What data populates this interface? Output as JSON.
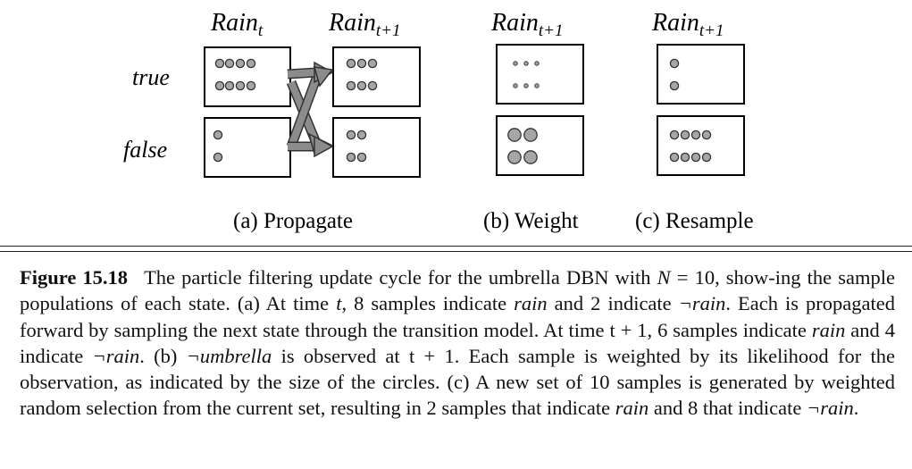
{
  "diagram": {
    "row_labels": {
      "true": "true",
      "false": "false"
    },
    "columns": {
      "propagate_t": {
        "header_base": "Rain",
        "header_sub": "t",
        "particles_true": 8,
        "particles_false": 2
      },
      "propagate_t1": {
        "header_base": "Rain",
        "header_sub": "t+1",
        "particles_true": 6,
        "particles_false": 4
      },
      "weight": {
        "header_base": "Rain",
        "header_sub": "t+1",
        "particles_true": 6,
        "particles_false": 4
      },
      "resample": {
        "header_base": "Rain",
        "header_sub": "t+1",
        "particles_true": 2,
        "particles_false": 8
      }
    },
    "panel_labels": {
      "a": "(a) Propagate",
      "b": "(b) Weight",
      "c": "(c) Resample"
    },
    "colors": {
      "particle_fill": "#a6a6a6",
      "particle_stroke": "#333333",
      "arrow_fill": "#8c8c8c",
      "box_stroke": "#000000"
    }
  },
  "caption": {
    "label": "Figure 15.18",
    "text_1": "The particle filtering update cycle for the umbrella DBN with ",
    "N": "N",
    "eq_10": " = 10, show-ing the sample populations of each state. (a) At time ",
    "t": "t",
    "text_2": ", 8 samples indicate ",
    "rain_1": "rain",
    "text_3": " and 2 indicate ",
    "not_rain_1": "¬rain",
    "text_4": ". Each is propagated forward by sampling the next state through the transition model. At time ",
    "t_plus_1": "t + 1",
    "text_5": ", 6 samples indicate ",
    "rain_2": "rain",
    "text_6": " and 4 indicate ",
    "not_rain_2": "¬rain",
    "text_7": ". (b) ",
    "not_umbrella": "¬umbrella",
    "text_8": " is observed at ",
    "t_plus_1_b": "t + 1",
    "text_9": ". Each sample is weighted by its likelihood for the observation, as indicated by the size of the circles. (c) A new set of 10 samples is generated by weighted random selection from the current set, resulting in 2 samples that indicate ",
    "rain_3": "rain",
    "text_10": " and 8 that indicate ",
    "not_rain_3": "¬rain",
    "text_11": "."
  }
}
